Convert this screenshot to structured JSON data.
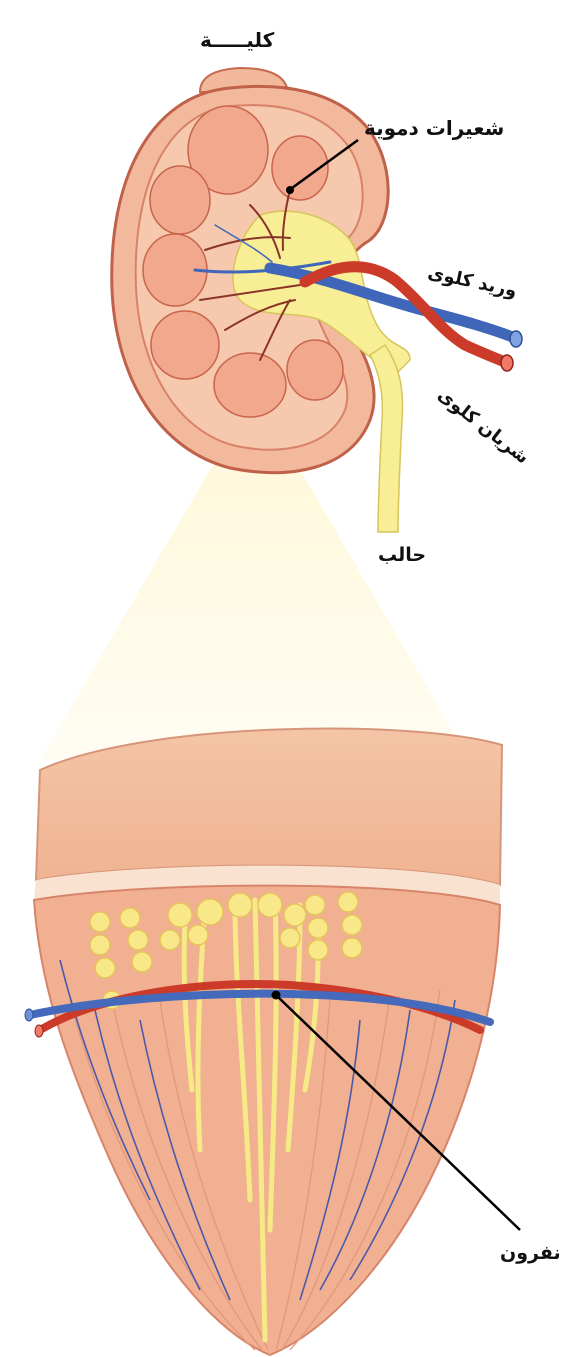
{
  "labels": {
    "kidney": "كليـــــة",
    "capillaries": "شعيرات دموية",
    "renal_vein": "وريد كلوى",
    "renal_artery": "شريان كلوى",
    "ureter": "حالب",
    "nephron": "نفرون"
  },
  "colors": {
    "tissue": "#f0b79c",
    "tissue_dark": "#d9795c",
    "pyramid": "#f3a98f",
    "pelvis": "#f6ec8e",
    "artery": "#cc3a2a",
    "vein": "#3f66b8",
    "beam": "#fff8dc",
    "background": "#ffffff"
  }
}
